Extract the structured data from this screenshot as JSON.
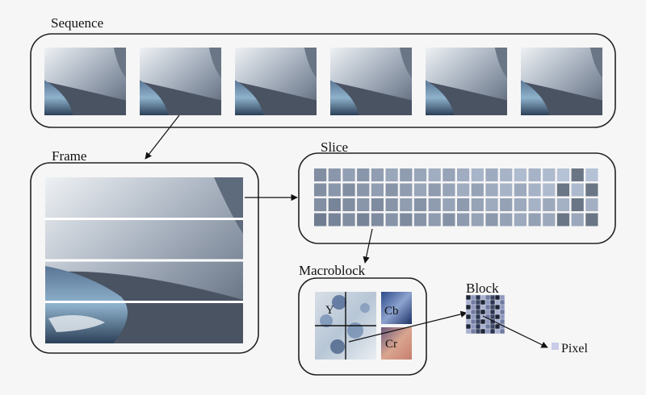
{
  "labels": {
    "sequence": "Sequence",
    "frame": "Frame",
    "slice": "Slice",
    "macroblock": "Macroblock",
    "block": "Block",
    "pixel": "Pixel",
    "y": "Y",
    "cb": "Cb",
    "cr": "Cr"
  },
  "sequence_frames": 6,
  "frame_slices": 4,
  "slice_grid": {
    "rows": 4,
    "cols": 20
  },
  "block_grid": {
    "rows": 8,
    "cols": 8
  },
  "colors": {
    "sky_light": "#dfe4ea",
    "sky_mid": "#9aa6b4",
    "sky_dark": "#6a7585",
    "water": "#3d5f82",
    "road": "#4a5362",
    "block_dark": "#1d2436",
    "cb_blue": "#23407a",
    "cr_pink": "#c58a7a",
    "pixel": "#c9cbe8"
  }
}
